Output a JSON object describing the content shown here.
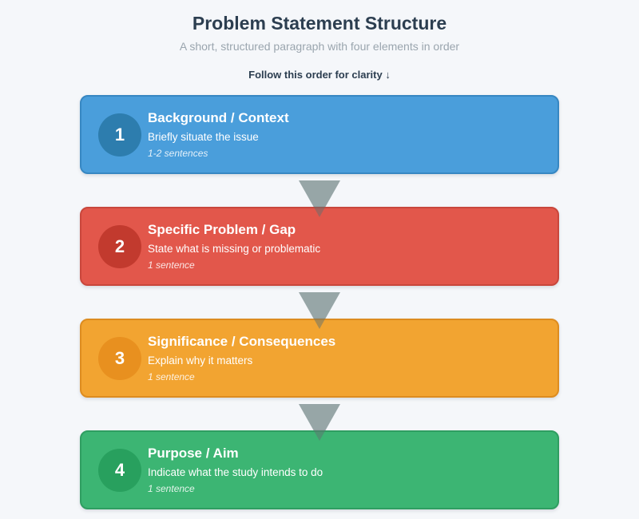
{
  "header": {
    "title": "Problem Statement Structure",
    "subtitle": "A short, structured paragraph with four elements in order",
    "order_note": "Follow this order for clarity ↓"
  },
  "colors": {
    "background": "#f5f7fa",
    "heading": "#2c3e50",
    "subtitle_text": "#9aa5ae",
    "arrow": "#97a6a7",
    "box_text": "#ffffff"
  },
  "steps": [
    {
      "number": "1",
      "title": "Background / Context",
      "description": "Briefly situate the issue",
      "note": "1-2 sentences",
      "fill": "#4a9edb",
      "border": "#3787c2",
      "badge": "#2d7dae"
    },
    {
      "number": "2",
      "title": "Specific Problem / Gap",
      "description": "State what is missing or problematic",
      "note": "1 sentence",
      "fill": "#e2574b",
      "border": "#c9473c",
      "badge": "#c23a2e"
    },
    {
      "number": "3",
      "title": "Significance / Consequences",
      "description": "Explain why it matters",
      "note": "1 sentence",
      "fill": "#f2a431",
      "border": "#dd8c20",
      "badge": "#e8901f"
    },
    {
      "number": "4",
      "title": "Purpose / Aim",
      "description": "Indicate what the study intends to do",
      "note": "1 sentence",
      "fill": "#3cb573",
      "border": "#2f9e61",
      "badge": "#28a05e"
    }
  ]
}
